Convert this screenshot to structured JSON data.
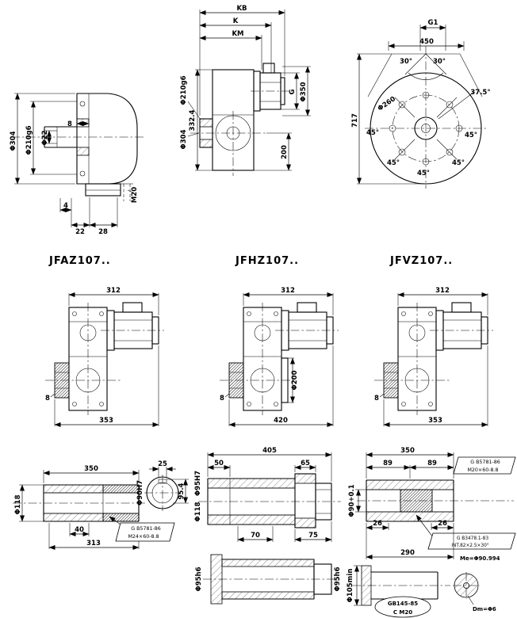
{
  "drawing": {
    "background": "#ffffff",
    "ink": "#000000"
  },
  "top_left_view": {
    "phi304": "Φ304",
    "phi210": "Φ210g6",
    "phi22": "Φ22",
    "dim8": "8",
    "m20": "M20",
    "dim4": "4",
    "dim22": "22",
    "dim28": "28"
  },
  "top_mid_view": {
    "kb": "KB",
    "k": "K",
    "km": "KM",
    "phi210": "Φ210g6",
    "phi304": "Φ304",
    "dim3324": "332.4",
    "dim200": "200",
    "g": "G",
    "phi350": "Φ350"
  },
  "top_right_view": {
    "g1": "G1",
    "dim450": "450",
    "a30": "30°",
    "a375": "37.5°",
    "phi260": "Φ260",
    "dim717": "717",
    "a45": "45°"
  },
  "models": {
    "jfaz": {
      "label": "JFAZ107..",
      "width": "312",
      "dim8": "8",
      "length": "353"
    },
    "jfhz": {
      "label": "JFHZ107..",
      "width": "312",
      "dim8": "8",
      "length": "420",
      "flange": "Φ200"
    },
    "jfvz": {
      "label": "JFVZ107..",
      "width": "312",
      "dim8": "8",
      "length": "353"
    }
  },
  "shaft_left": {
    "dim350": "350",
    "dim25": "25",
    "phi118": "Φ118",
    "dim40": "40",
    "dim313": "313",
    "callout": [
      "G B5781-86",
      "M24×60-8.8"
    ],
    "dim954": "95.4",
    "phi90h7": "Φ90H7"
  },
  "shaft_mid": {
    "dim405": "405",
    "dim50": "50",
    "dim65": "65",
    "phi95h7": "Φ95H7",
    "phi118": "Φ118",
    "dim70": "70",
    "dim75": "75",
    "phi95h6_left": "Φ95h6",
    "phi95h6_right": "Φ95h6"
  },
  "shaft_right": {
    "dim350": "350",
    "dim89a": "89",
    "dim89b": "89",
    "callout_key": [
      "G B5781-86",
      "M20×60-8.8"
    ],
    "phi90": "Φ90+0.1",
    "dim26a": "26",
    "dim26b": "26",
    "callout_spline": [
      "G B3478.1-83",
      "INT.82×2.5×30°"
    ],
    "dim290": "290",
    "me": "Me=Φ90.994",
    "phi105": "Φ105min",
    "callout_center": [
      "GB145-85",
      "C M20"
    ],
    "dm": "Dm=Φ6"
  }
}
